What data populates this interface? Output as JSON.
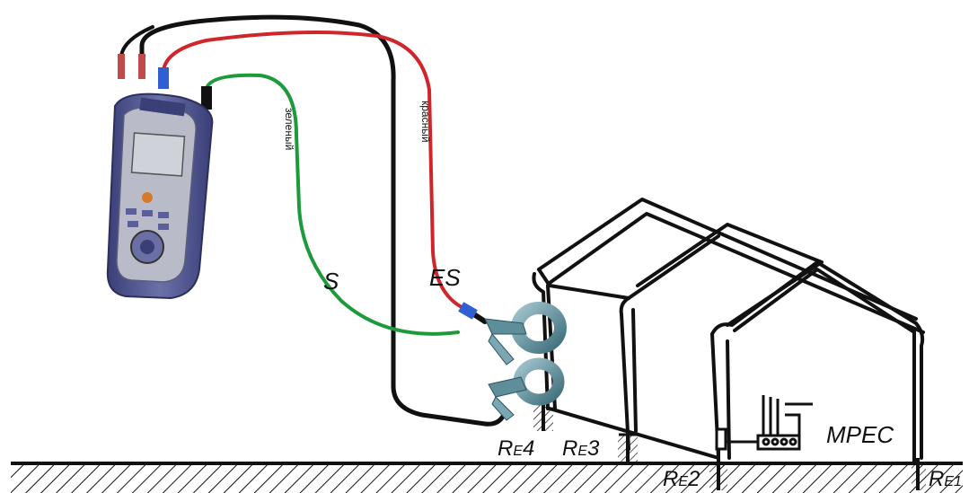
{
  "diagram": {
    "labels": {
      "s": "S",
      "es": "ES",
      "mpec": "MPEC",
      "green_wire": "зеленый",
      "red_wire": "красный"
    },
    "electrodes": [
      {
        "main": "R",
        "sub": "E",
        "num": "4"
      },
      {
        "main": "R",
        "sub": "E",
        "num": "3"
      },
      {
        "main": "R",
        "sub": "E",
        "num": "2"
      },
      {
        "main": "R",
        "sub": "E",
        "num": "1"
      }
    ],
    "colors": {
      "red_wire": "#d0262b",
      "green_wire": "#1e9a3c",
      "black_wire": "#111111",
      "instrument_body": "#4a4f86",
      "instrument_face": "#b9bcc8",
      "clamp": "#5e8e9a",
      "blue_plug": "#2f5fd0"
    }
  }
}
